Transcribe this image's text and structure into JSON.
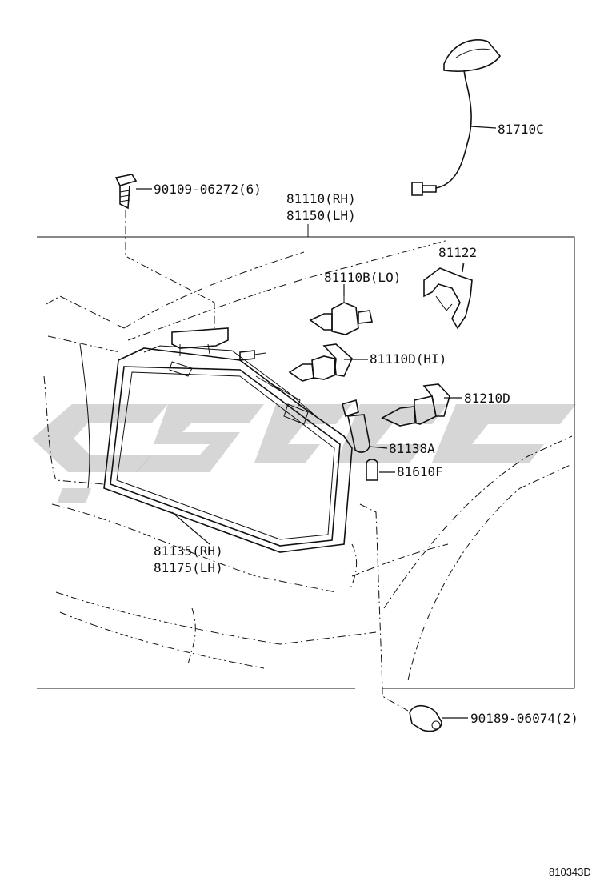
{
  "labels": {
    "antenna": "81710C",
    "bolt": "90109-06272(6)",
    "headlamp_rh": "81110(RH)",
    "headlamp_lh": "81150(LH)",
    "retainer": "81122",
    "bulb_lo": "81110B(LO)",
    "bulb_hi": "81110D(HI)",
    "bulb_fog": "81210D",
    "socket": "81138A",
    "bulb_small": "81610F",
    "lens_rh": "81135(RH)",
    "lens_lh": "81175(LH)",
    "cap": "90189-06074(2)"
  },
  "diagram_code": "810343D",
  "colors": {
    "ink": "#111111",
    "watermark": "#c8c8c8",
    "background": "#ffffff"
  }
}
